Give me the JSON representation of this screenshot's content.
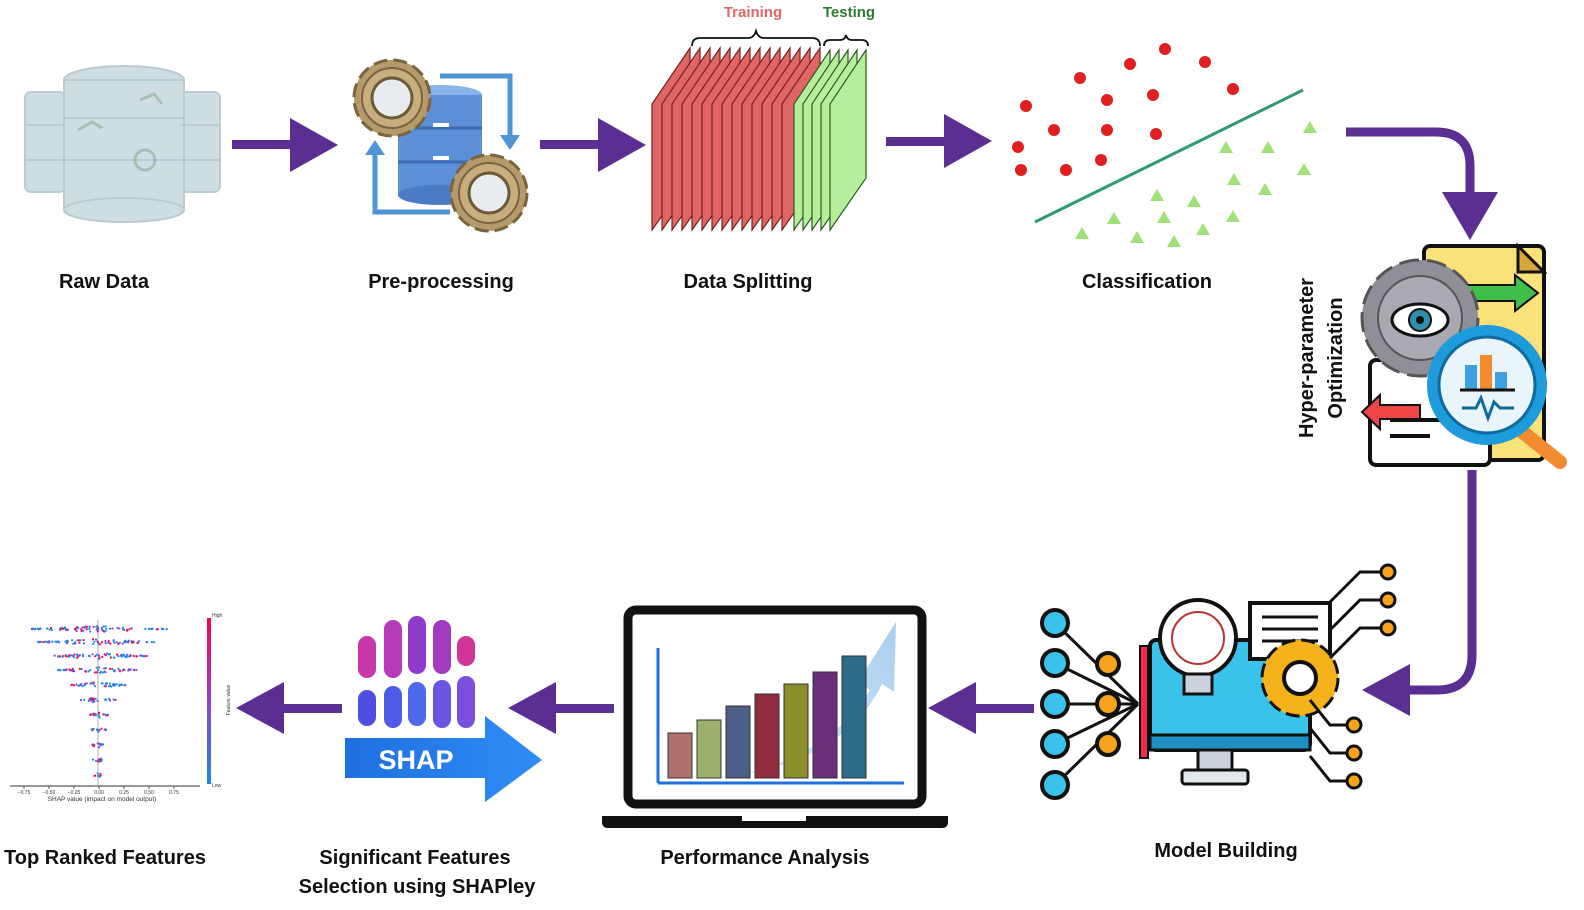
{
  "colors": {
    "arrow": "#5b2e91",
    "training": "#e06666",
    "testing": "#2e7d32",
    "line": "#2e9a6e",
    "red_points": "#e02020",
    "green_points": "#9fe27a"
  },
  "steps": {
    "raw_data": "Raw Data",
    "preprocessing": "Pre-processing",
    "data_splitting": "Data Splitting",
    "classification": "Classification",
    "hyperparameter_line1": "Hyper-parameter",
    "hyperparameter_line2": "Optimization",
    "model_building": "Model Building",
    "performance_analysis": "Performance Analysis",
    "shap_selection_line1": "Significant Features",
    "shap_selection_line2": "Selection using SHAPley",
    "top_ranked": "Top Ranked Features"
  },
  "splitting": {
    "training_label": "Training",
    "testing_label": "Testing"
  },
  "shap_logo_text": "SHAP",
  "shap_plot": {
    "xlabel": "SHAP value (impact on model output)",
    "colorbar_title": "Feature value",
    "colorbar_high": "High",
    "colorbar_low": "Low",
    "ticks": [
      "−0.75",
      "−0.50",
      "−0.25",
      "0.00",
      "0.25",
      "0.50",
      "0.75"
    ]
  },
  "icons": [
    "database-icon",
    "gears-database-icon",
    "folders-icon",
    "scatter-icon",
    "hyperparameter-icon",
    "model-building-icon",
    "laptop-chart-icon",
    "shap-logo-icon",
    "shap-summary-plot-icon"
  ]
}
